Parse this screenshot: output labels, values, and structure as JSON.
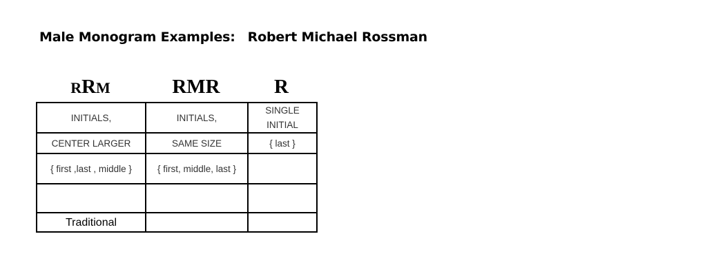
{
  "title": {
    "label": "Male Monogram Examples:",
    "name": "Robert Michael Rossman"
  },
  "monograms": [
    {
      "small_left": "R",
      "big_center": "R",
      "small_right": "M"
    },
    {
      "text": "RMR"
    },
    {
      "text": "R"
    }
  ],
  "table": {
    "rows": [
      [
        "INITIALS,",
        "INITIALS,",
        "SINGLE\nINITIAL"
      ],
      [
        "CENTER LARGER",
        "SAME SIZE",
        "{ last }"
      ],
      [
        "{ first ,last , middle }",
        "{ first, middle, last }",
        ""
      ],
      [
        "",
        "",
        ""
      ],
      [
        "Traditional",
        "",
        ""
      ]
    ]
  }
}
